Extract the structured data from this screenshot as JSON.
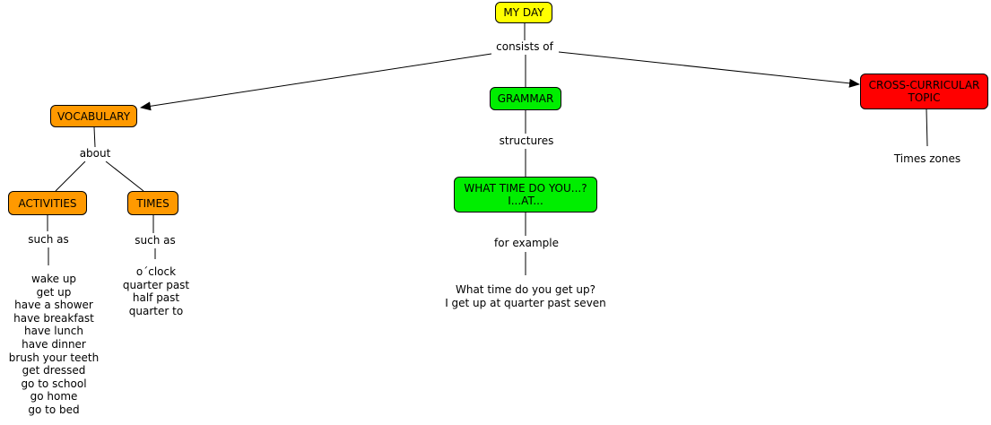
{
  "colors": {
    "root": "#ffff00",
    "branch": "#ff9900",
    "grammar": "#00ee00",
    "topic": "#ff0000"
  },
  "nodes": {
    "my_day": "MY DAY",
    "vocabulary": "VOCABULARY",
    "grammar": "GRAMMAR",
    "cross_curricular": "CROSS-CURRICULAR\nTOPIC",
    "activities": "ACTIVITIES",
    "times": "TIMES",
    "what_time": "WHAT TIME DO YOU...?\nI...AT..."
  },
  "links": {
    "consists_of": "consists of",
    "about": "about",
    "structures": "structures",
    "such_as_activities": "such as",
    "such_as_times": "such as",
    "for_example": "for example"
  },
  "leaves": {
    "times_zones": "Times zones",
    "activities_list": [
      "wake up",
      "get up",
      "have a shower",
      "have breakfast",
      "have lunch",
      "have dinner",
      "brush your teeth",
      "get dressed",
      "go to school",
      "go home",
      "go to bed"
    ],
    "times_list": [
      "o´clock",
      "quarter past",
      "half past",
      "quarter to"
    ],
    "example_list": [
      "What time do you get up?",
      "I get up at quarter past seven"
    ]
  }
}
